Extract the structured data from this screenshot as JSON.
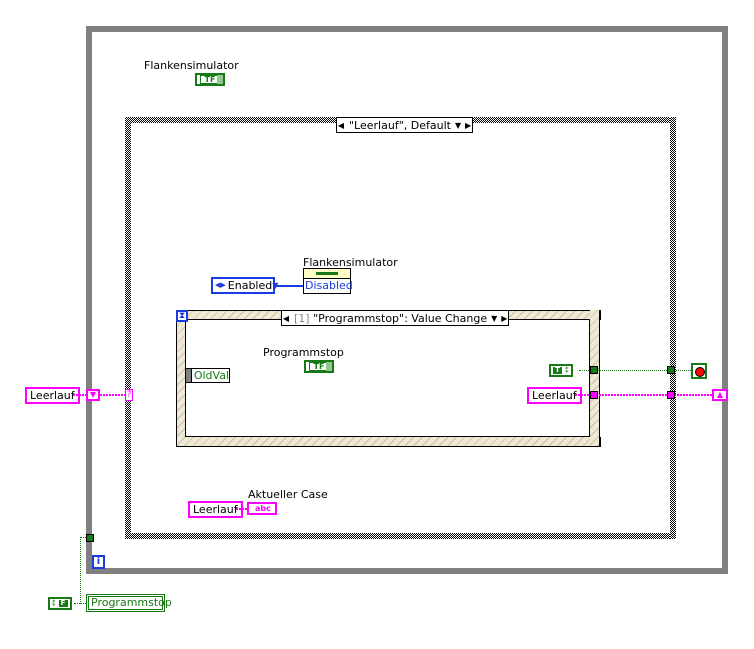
{
  "diagram": {
    "type": "LabVIEW block diagram",
    "while_loop": {
      "iteration_icon": "i",
      "condition": "stop-if-true"
    },
    "top_control": {
      "label": "Flankensimulator",
      "terminal": "TF"
    },
    "case_structure": {
      "selector_label": "\"Leerlauf\", Default",
      "selector_terminal": "?"
    },
    "enum_constant": {
      "value": "Enabled"
    },
    "property_node": {
      "label": "Flankensimulator",
      "property_value": "Disabled"
    },
    "event_structure": {
      "selector_index": "[1]",
      "selector_label": "\"Programmstop\": Value Change",
      "event_data_node": "OldVal"
    },
    "event_control": {
      "label": "Programmstop",
      "terminal": "TF"
    },
    "bool_constant_true": "T",
    "string_constant_inner": "Leerlauf",
    "string_constant_outer": "Leerlauf",
    "string_constant_bottom": "Leerlauf",
    "string_indicator": {
      "label": "Aktueller Case",
      "terminal": "abc"
    },
    "bool_constant_false": "F",
    "programmstop_control": "Programmstop"
  }
}
